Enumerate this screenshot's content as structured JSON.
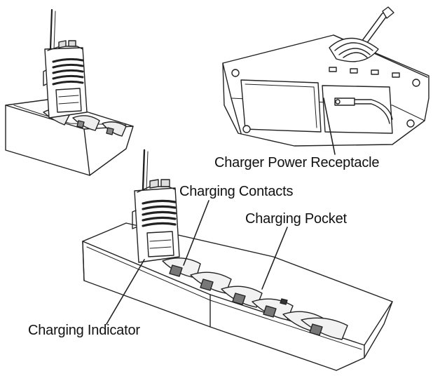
{
  "labels": {
    "charger_power_receptacle": "Charger Power Receptacle",
    "charging_contacts": "Charging Contacts",
    "charging_pocket": "Charging Pocket",
    "charging_indicator": "Charging Indicator"
  }
}
